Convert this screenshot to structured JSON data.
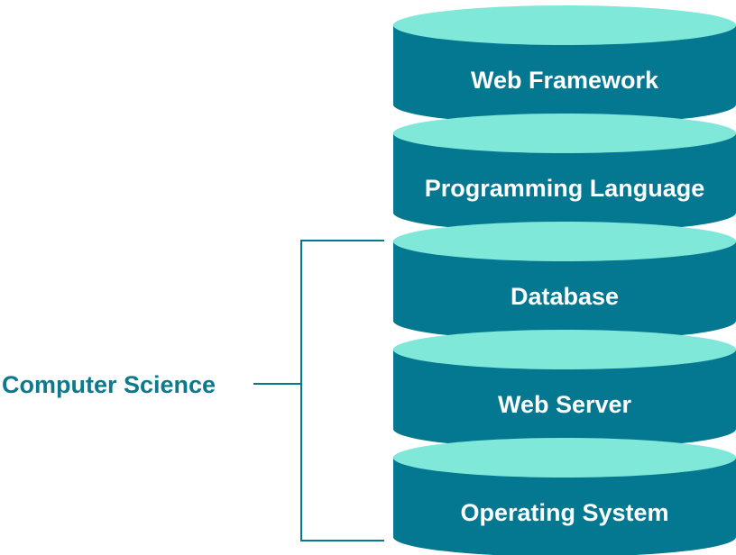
{
  "colors": {
    "body": "#047890",
    "top": "#7FE8D8",
    "bracket": "#047890",
    "label": "#0C7A8C"
  },
  "layers": [
    {
      "label": "Web Framework"
    },
    {
      "label": "Programming Language"
    },
    {
      "label": "Database"
    },
    {
      "label": "Web Server"
    },
    {
      "label": "Operating System"
    }
  ],
  "group": {
    "label": "Computer Science",
    "first_layer": 2,
    "last_layer": 4
  }
}
